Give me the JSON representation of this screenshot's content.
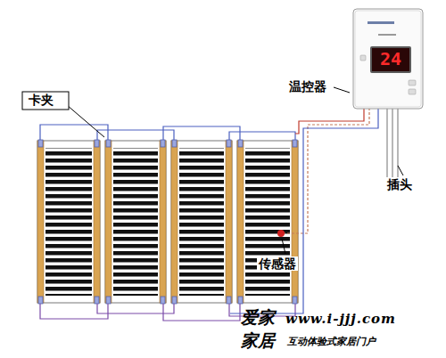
{
  "diagram": {
    "nodes": [
      {
        "text": [
          "24"
        ]
      }
    ],
    "labels": [
      "卡夹",
      "温控器",
      "插头",
      "传感器",
      "爱家",
      "www.i-jjj.com",
      "家居",
      "互动体验式家居门户"
    ]
  }
}
